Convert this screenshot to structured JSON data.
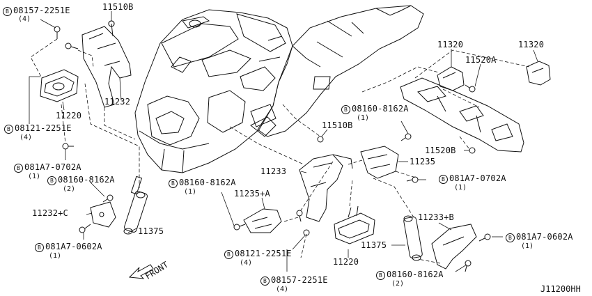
{
  "bolt_symbol": "B",
  "callouts": {
    "c01": {
      "part": "08157-2251E",
      "qty": "(4)",
      "bolt": true
    },
    "c02": {
      "part": "11510B"
    },
    "c03": {
      "part": "11232"
    },
    "c04": {
      "part": "11220"
    },
    "c05": {
      "part": "08121-2251E",
      "qty": "(4)",
      "bolt": true
    },
    "c06": {
      "part": "081A7-0702A",
      "qty": "(1)",
      "bolt": true
    },
    "c07": {
      "part": "08160-8162A",
      "qty": "(2)",
      "bolt": true
    },
    "c08": {
      "part": "11232+C"
    },
    "c09": {
      "part": "11375"
    },
    "c10": {
      "part": "081A7-0602A",
      "qty": "(1)",
      "bolt": true
    },
    "c11": {
      "part": "08160-8162A",
      "qty": "(1)",
      "bolt": true
    },
    "c12": {
      "part": "11235+A"
    },
    "c13": {
      "part": "11233"
    },
    "c14": {
      "part": "08121-2251E",
      "qty": "(4)",
      "bolt": true
    },
    "c15": {
      "part": "08157-2251E",
      "qty": "(4)",
      "bolt": true
    },
    "c16": {
      "part": "11220"
    },
    "c17": {
      "part": "11375"
    },
    "c18": {
      "part": "11510B"
    },
    "c19": {
      "part": "08160-8162A",
      "qty": "(1)",
      "bolt": true
    },
    "c20": {
      "part": "11320"
    },
    "c21": {
      "part": "11520A"
    },
    "c22": {
      "part": "11320"
    },
    "c23": {
      "part": "11520B"
    },
    "c24": {
      "part": "11235"
    },
    "c25": {
      "part": "081A7-0702A",
      "qty": "(1)",
      "bolt": true
    },
    "c26": {
      "part": "11233+B"
    },
    "c27": {
      "part": "081A7-0602A",
      "qty": "(1)",
      "bolt": true
    },
    "c28": {
      "part": "08160-8162A",
      "qty": "(2)",
      "bolt": true
    }
  },
  "front_label": "FRONT",
  "diagram_code": "J11200HH"
}
